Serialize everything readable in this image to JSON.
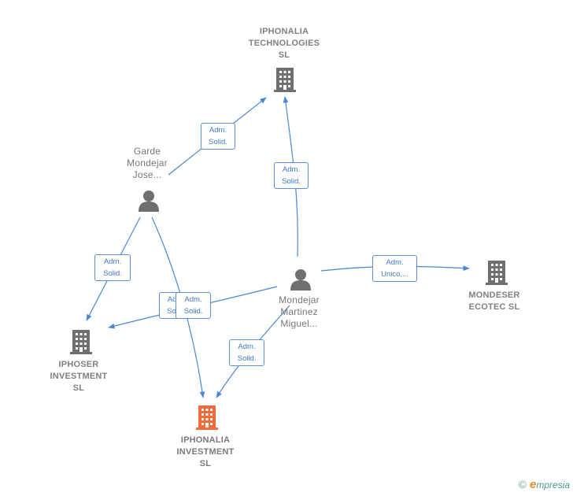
{
  "nodes": {
    "iphonalia_technologies": {
      "label": [
        "IPHONALIA",
        "TECHNOLOGIES",
        "SL"
      ],
      "kind": "company"
    },
    "mondeser_ecotec": {
      "label": [
        "MONDESER",
        "ECOTEC SL"
      ],
      "kind": "company"
    },
    "iphoser_investment": {
      "label": [
        "IPHOSER",
        "INVESTMENT",
        "SL"
      ],
      "kind": "company"
    },
    "iphonalia_investment": {
      "label": [
        "IPHONALIA",
        "INVESTMENT",
        "SL"
      ],
      "kind": "company-focus"
    },
    "garde_mondejar": {
      "label": [
        "Garde",
        "Mondejar",
        "Jose..."
      ],
      "kind": "person"
    },
    "mondejar_martinez": {
      "label": [
        "Mondejar",
        "Martinez",
        "Miguel..."
      ],
      "kind": "person"
    }
  },
  "edges": [
    {
      "from": "garde_mondejar",
      "to": "iphonalia_technologies",
      "label": [
        "Adm.",
        "Solid."
      ]
    },
    {
      "from": "mondejar_martinez",
      "to": "iphonalia_technologies",
      "label": [
        "Adm.",
        "Solid."
      ]
    },
    {
      "from": "mondejar_martinez",
      "to": "mondeser_ecotec",
      "label": [
        "Adm.",
        "Unico,..."
      ]
    },
    {
      "from": "garde_mondejar",
      "to": "iphoser_investment",
      "label": [
        "Adm.",
        "Solid."
      ]
    },
    {
      "from": "mondejar_martinez",
      "to": "iphoser_investment",
      "label": [
        "Adm.",
        "Solid."
      ]
    },
    {
      "from": "garde_mondejar",
      "to": "iphonalia_investment",
      "label": [
        "Adm.",
        "Solid."
      ]
    },
    {
      "from": "mondejar_martinez",
      "to": "iphonalia_investment",
      "label": [
        "Adm.",
        "Solid."
      ]
    }
  ],
  "colors": {
    "edge": "#4a87d4",
    "company_icon": "#6f6f6f",
    "focus_icon": "#f26b3a",
    "person_icon": "#6f6f6f"
  },
  "footer": {
    "copyright": "©",
    "brand_initial": "e",
    "brand_rest": "mpresia"
  }
}
